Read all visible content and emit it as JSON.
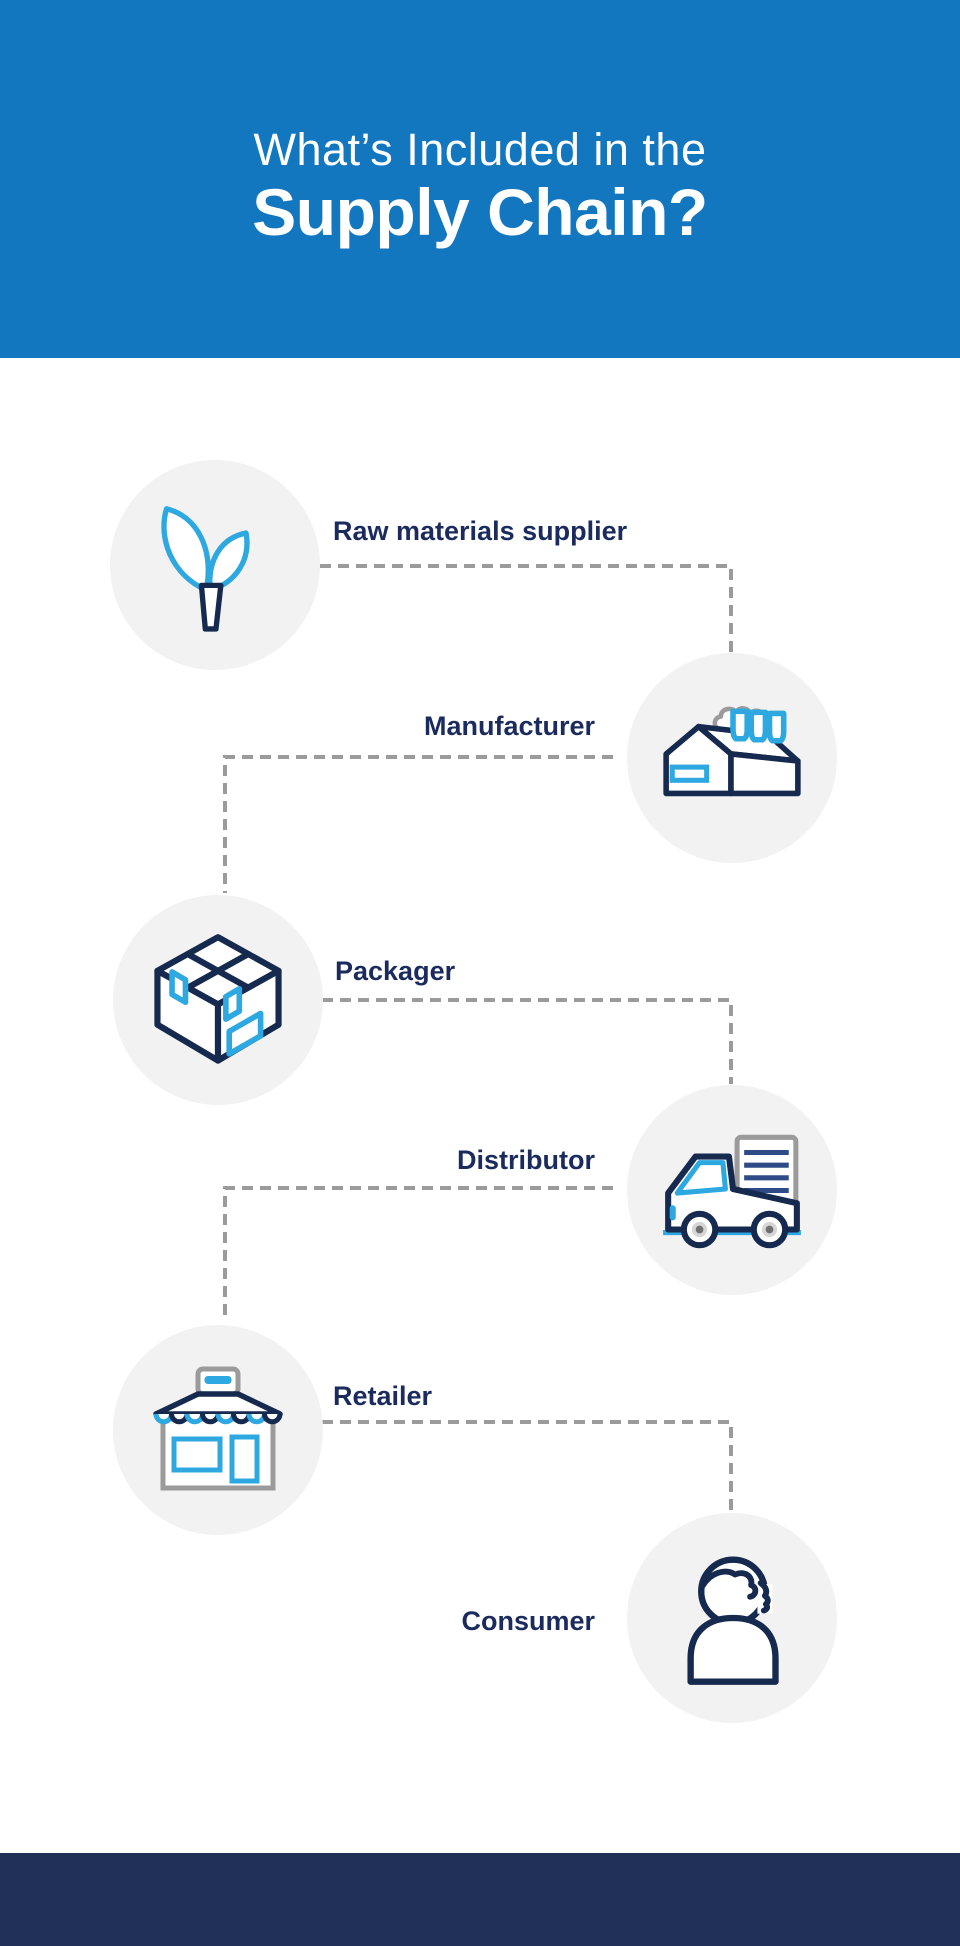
{
  "header": {
    "title_line1": "What’s Included in the",
    "title_line2": "Supply Chain?"
  },
  "steps": [
    {
      "label": "Raw materials supplier",
      "icon": "plant-icon"
    },
    {
      "label": "Manufacturer",
      "icon": "factory-icon"
    },
    {
      "label": "Packager",
      "icon": "box-icon"
    },
    {
      "label": "Distributor",
      "icon": "truck-icon"
    },
    {
      "label": "Retailer",
      "icon": "store-icon"
    },
    {
      "label": "Consumer",
      "icon": "person-icon"
    }
  ],
  "colors": {
    "header_bg": "#1377BF",
    "footer_bg": "#213059",
    "label_navy": "#1B2B5E",
    "icon_navy": "#16294F",
    "accent_blue": "#2DA8E0",
    "circle_gray": "#F2F2F2",
    "connector_gray": "#9B9B9B",
    "detail_gray": "#9B9B9B",
    "slat_navy": "#2E4B87"
  }
}
